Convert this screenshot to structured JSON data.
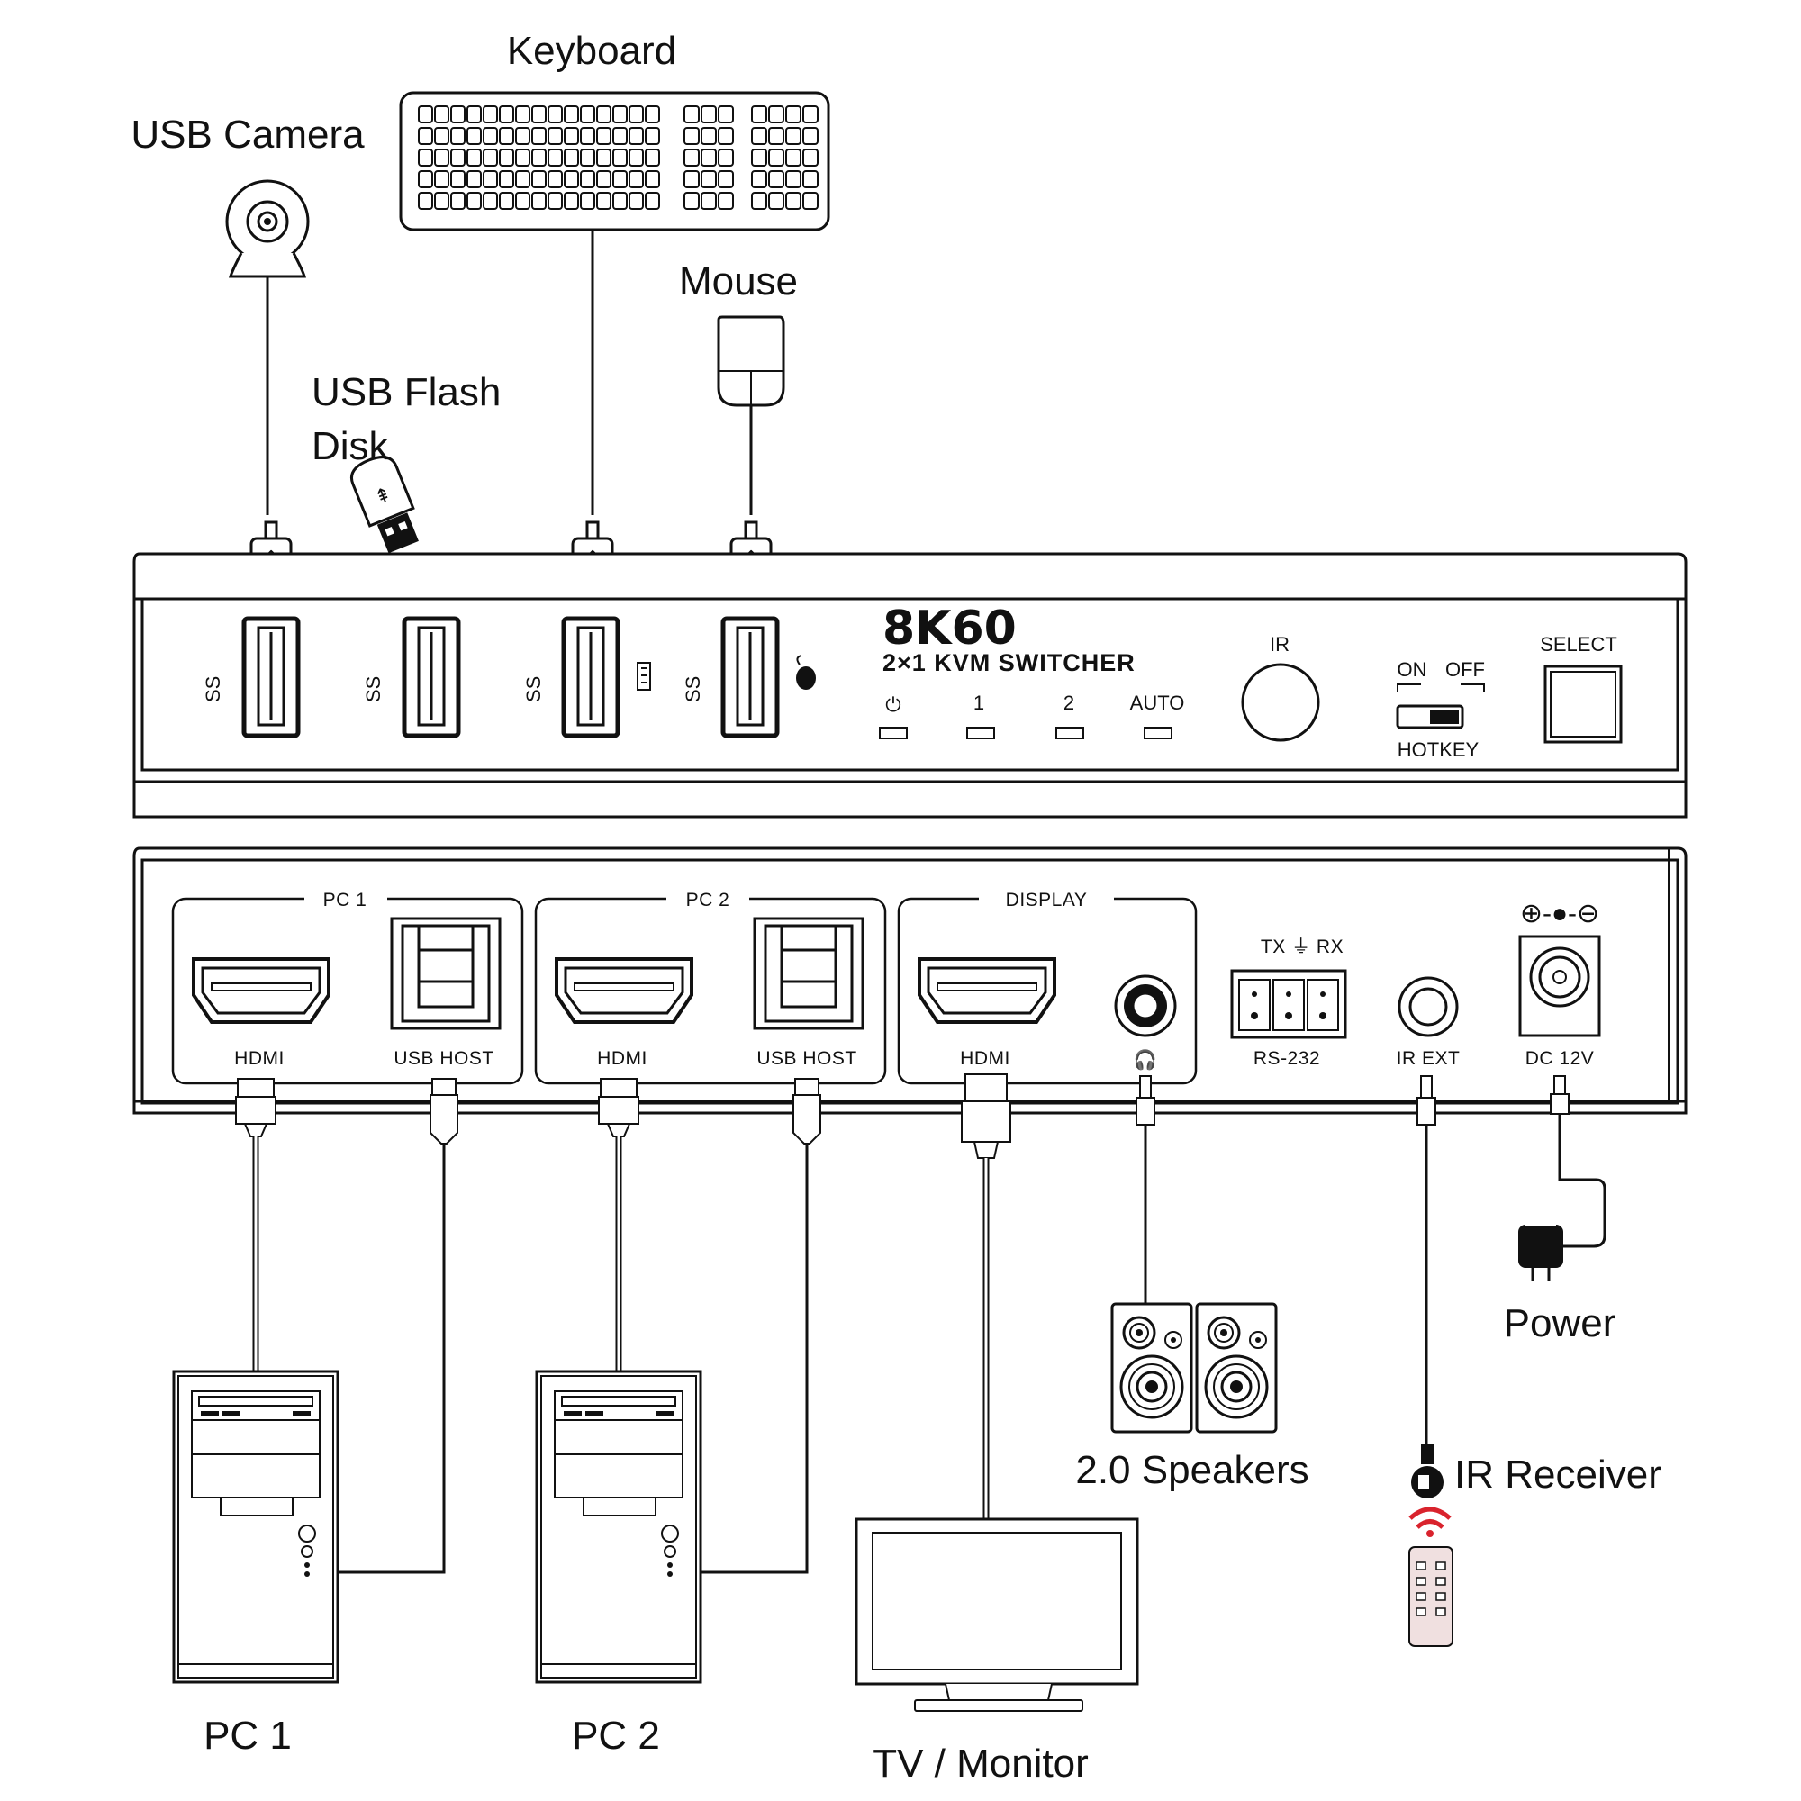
{
  "devices": {
    "usb_camera": "USB Camera",
    "keyboard": "Keyboard",
    "mouse": "Mouse",
    "usb_flash_disk_line1": "USB Flash",
    "usb_flash_disk_line2": "Disk",
    "pc1": "PC 1",
    "pc2": "PC 2",
    "tv_monitor": "TV / Monitor",
    "speakers": "2.0 Speakers",
    "ir_receiver": "IR Receiver",
    "power": "Power"
  },
  "front_panel": {
    "brand": "8K60",
    "model": "2×1 KVM SWITCHER",
    "led_labels": [
      "⏻",
      "1",
      "2",
      "AUTO"
    ],
    "ir_label": "IR",
    "switch_on": "ON",
    "switch_off": "OFF",
    "hotkey_label": "HOTKEY",
    "select_label": "SELECT",
    "usb_port_logo": "SS"
  },
  "rear_panel": {
    "groups": [
      "PC 1",
      "PC 2",
      "DISPLAY"
    ],
    "port_labels": [
      "HDMI",
      "USB HOST",
      "HDMI",
      "USB HOST",
      "HDMI",
      "🎧",
      "RS-232",
      "IR EXT",
      "DC 12V"
    ],
    "rs232_pins": "TX ⏚ RX",
    "polarity": "⊕-●-⊖"
  }
}
